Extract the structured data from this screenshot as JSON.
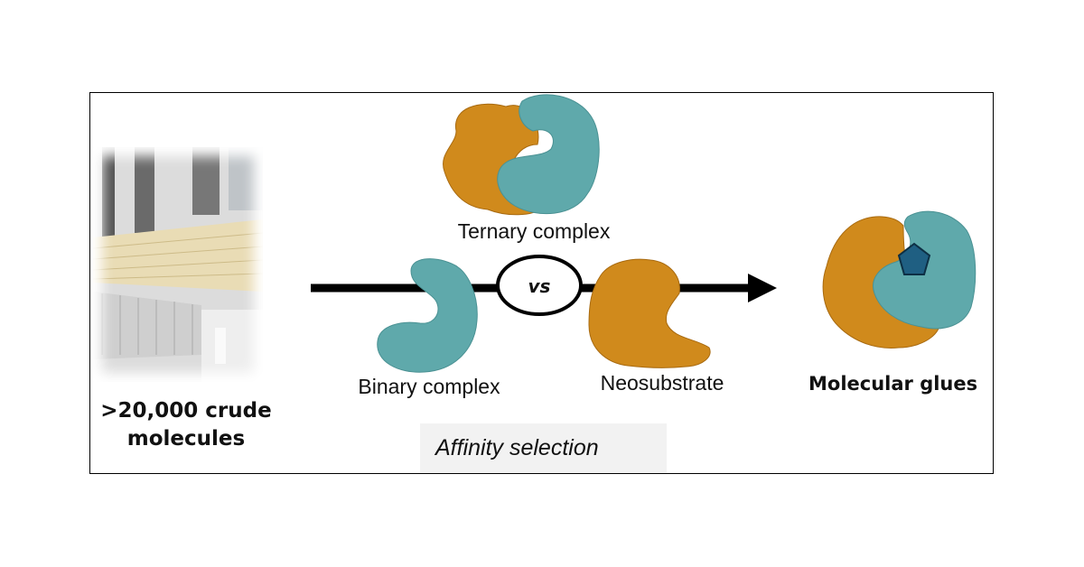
{
  "figure": {
    "left_panel": {
      "photo_description": "microplates",
      "caption_line1": ">20,000 crude",
      "caption_line2": "molecules"
    },
    "middle_panel": {
      "ternary_label": "Ternary complex",
      "vs_label": "vs",
      "binary_label": "Binary complex",
      "neosubstrate_label": "Neosubstrate",
      "process_label": "Affinity selection"
    },
    "right_panel": {
      "label": "Molecular glues"
    },
    "colors": {
      "orange_protein": "#d08a1c",
      "teal_protein": "#5fa9ab",
      "glue_pentagon": "#1f5f82",
      "arrow": "#000000"
    }
  }
}
